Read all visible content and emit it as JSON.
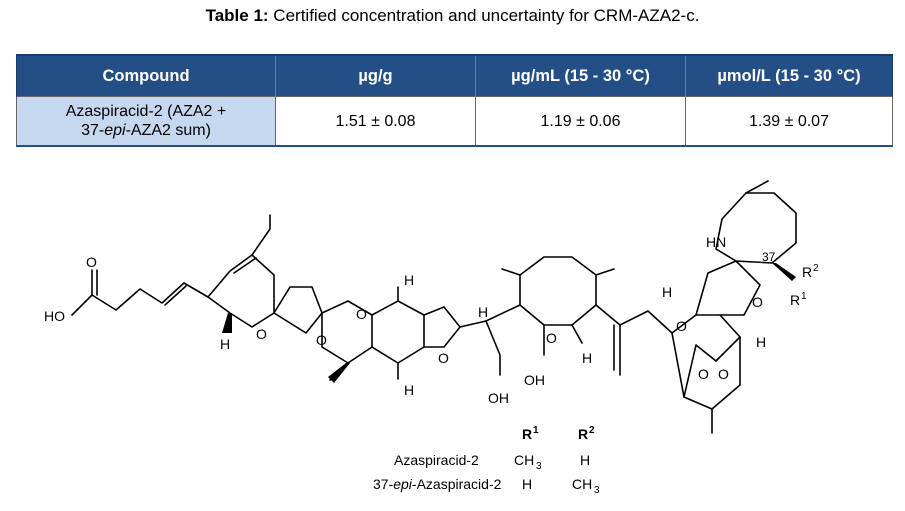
{
  "caption": {
    "prefix": "Table 1:",
    "text": "Certified concentration and uncertainty for CRM-AZA2-c."
  },
  "table": {
    "headers": [
      "Compound",
      "µg/g",
      "µg/mL (15 - 30 °C)",
      "µmol/L (15 - 30 °C)"
    ],
    "row": {
      "compound_line1": "Azaspiracid-2 (AZA2 +",
      "compound_line2_prefix": "37-",
      "compound_line2_italic": "epi",
      "compound_line2_suffix": "-AZA2 sum)",
      "ug_g": "1.51 ± 0.08",
      "ug_ml": "1.19 ± 0.06",
      "umol_l": "1.39 ± 0.07"
    }
  },
  "structure": {
    "atom_labels": {
      "O": "O",
      "HO": "HO",
      "H": "H",
      "OH": "OH",
      "HN": "HN",
      "R": "R",
      "sup1": "1",
      "sup2": "2",
      "locant_37": "37"
    },
    "legend": {
      "r1_header": "R",
      "r2_header": "R",
      "sup1": "1",
      "sup2": "2",
      "row1_name": "Azaspiracid-2",
      "row1_r1": "CH",
      "row1_r1_sub": "3",
      "row1_r2": "H",
      "row2_prefix": "37-",
      "row2_italic": "epi",
      "row2_suffix": "-Azaspiracid-2",
      "row2_r1": "H",
      "row2_r2": "CH",
      "row2_r2_sub": "3"
    }
  }
}
